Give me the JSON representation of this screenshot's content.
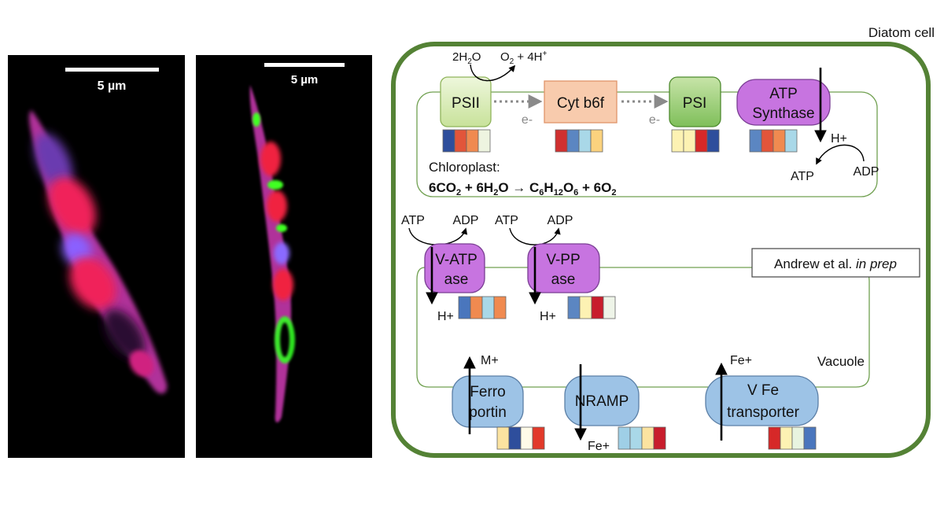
{
  "micrographs": {
    "left_scale": "5 µm",
    "right_scale": "5 µm"
  },
  "diagram": {
    "cell_label": "Diatom cell",
    "chloroplast_label": "Chloroplast:",
    "equation": {
      "a": "6CO",
      "a_sub": "2",
      "b": " + 6H",
      "b_sub": "2",
      "c": "O → C",
      "c_sub1": "6",
      "d": "H",
      "d_sub": "12",
      "e": "O",
      "e_sub": "6",
      "f": " + 6O",
      "f_sub": "2"
    },
    "water_split": {
      "water": "2H",
      "water_sub": "2",
      "water_tail": "O",
      "oxygen": "O",
      "oxygen_sub": "2",
      "protons": " + 4H",
      "protons_sup": "+"
    },
    "electron_label_1": "e-",
    "electron_label_2": "e-",
    "vacuole_label": "Vacuole",
    "citation": {
      "text": "Andrew et al. ",
      "italic": "in prep"
    },
    "proteins": {
      "psii": "PSII",
      "cytb6f": "Cyt b6f",
      "psi": "PSI",
      "atp_synthase": [
        "ATP",
        "Synthase"
      ],
      "v_atpase": [
        "V-ATP",
        "ase"
      ],
      "v_ppase": [
        "V-PP",
        "ase"
      ],
      "ferroportin": [
        "Ferro",
        "portin"
      ],
      "nramp": "NRAMP",
      "v_fe_transporter": [
        "V Fe",
        "transporter"
      ]
    },
    "flux_labels": {
      "atp_synthase_h": "H+",
      "atp_synthase_atp": "ATP",
      "atp_synthase_adp": "ADP",
      "v_atpase_atp": "ATP",
      "v_atpase_adp": "ADP",
      "v_ppase_atp": "ATP",
      "v_ppase_adp": "ADP",
      "v_atpase_h": "H+",
      "v_ppase_h": "H+",
      "ferroportin_m": "M+",
      "nramp_fe": "Fe+",
      "v_fe_fe": "Fe+"
    },
    "colors": {
      "cell_border": "#548235",
      "membrane": "#70a050",
      "psii_fill": "#e2f0c9",
      "psi_fill": "#a9d18e",
      "cyt_fill": "#f8cbad",
      "atp_fill": "#c774e0",
      "transporter_fill": "#9dc3e6",
      "grey_arrow": "#8a8a8a"
    },
    "heatmaps": {
      "psii": [
        "#2e4e9c",
        "#e2553a",
        "#f08a50",
        "#eef4e0"
      ],
      "cytb6f": [
        "#d03030",
        "#5b86c2",
        "#a9d8e8",
        "#fbd27e"
      ],
      "psi": [
        "#fdf2b3",
        "#fdf2b3",
        "#d62828",
        "#2e4e9c"
      ],
      "atp_synthase": [
        "#5b86c2",
        "#e2553a",
        "#f08a50",
        "#a9d8e8"
      ],
      "v_atpase": [
        "#4a76bd",
        "#f08a50",
        "#a9d8e8",
        "#f08a50"
      ],
      "v_ppase": [
        "#5b86c2",
        "#fdf2b3",
        "#c81d2c",
        "#eef4e8"
      ],
      "ferroportin": [
        "#fbe3a0",
        "#2e4e9c",
        "#fffbe8",
        "#e23a2a"
      ],
      "nramp": [
        "#9fcfe6",
        "#a9d8e8",
        "#fbe3a0",
        "#c81d2c"
      ],
      "v_fe_transporter": [
        "#d62828",
        "#fdf2b3",
        "#e8f4e0",
        "#4a76bd"
      ]
    }
  }
}
